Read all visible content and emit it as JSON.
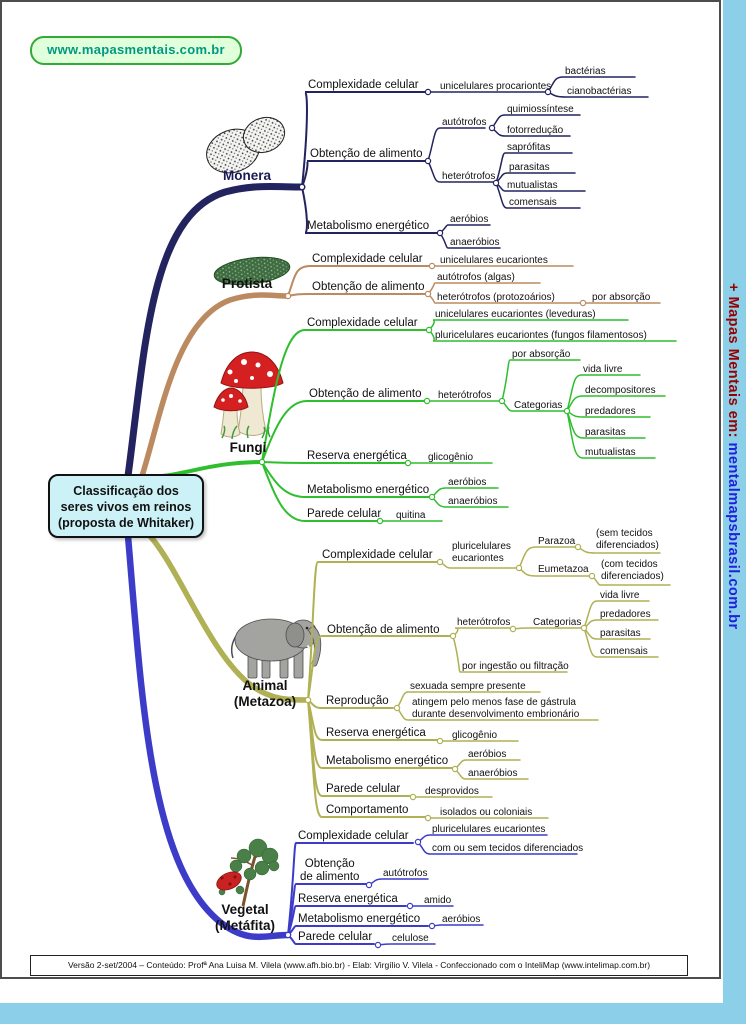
{
  "colors": {
    "monera": "#23235f",
    "protista": "#bc8a60",
    "fungi": "#2ebe2e",
    "animal": "#b0b054",
    "vegetal": "#3c3cc8",
    "banner_bg": "#8bcfe9",
    "banner_text": "#990000",
    "banner_link": "#2020dd",
    "logo_text": "#009980",
    "logo_border": "#33aa33",
    "logo_bg": "#e0ffdb",
    "central_bg": "#ccf2f7",
    "frame": "#4d4d4d"
  },
  "logo": {
    "text": "www.mapasmentais.com.br"
  },
  "banner": {
    "prefix": "+ Mapas Mentais em: ",
    "link": "mentalmapsbrasil.com.br"
  },
  "central_node": {
    "line1": "Classificação dos",
    "line2": "seres vivos em reinos",
    "line3": "(proposta de Whitaker)"
  },
  "footer": {
    "text": "Versão 2-set/2004 – Conteúdo: Profª Ana Luisa M. Vilela (www.afh.bio.br) - Elab: Virgílio V. Vilela - Confeccionado com o InteliMap (www.intelimap.com.br)"
  },
  "monera": {
    "label": "Monera",
    "complexidade_label": "Complexidade celular",
    "unicelulares": "unicelulares procariontes",
    "bacterias": "bactérias",
    "cianobacterias": "cianobactérias",
    "obtencao_label": "Obtenção de alimento",
    "autotrofos": "autótrofos",
    "quimiossintese": "quimiossíntese",
    "fotorreducao": "fotorredução",
    "heterotrofos": "heterótrofos",
    "saprofitas": "saprófitas",
    "parasitas": "parasitas",
    "mutualistas": "mutualistas",
    "comensais": "comensais",
    "metabolismo_label": "Metabolismo energético",
    "aerobios": "aeróbios",
    "anaerobios": "anaeróbios"
  },
  "protista": {
    "label": "Protista",
    "complexidade_label": "Complexidade celular",
    "unicelulares": "unicelulares eucariontes",
    "obtencao_label": "Obtenção de alimento",
    "autotrofos": "autótrofos (algas)",
    "heterotrofos": "heterótrofos (protozoários)",
    "por_absorcao": "por absorção"
  },
  "fungi": {
    "label": "Fungi",
    "complexidade_label": "Complexidade celular",
    "leveduras": "unicelulares eucariontes (leveduras)",
    "filamentosos": "pluricelulares eucariontes (fungos filamentosos)",
    "obtencao_label": "Obtenção de alimento",
    "heterotrofos": "heterótrofos",
    "por_absorcao": "por absorção",
    "categorias": "Categorias",
    "vida_livre": "vida livre",
    "decompositores": "decompositores",
    "predadores": "predadores",
    "parasitas": "parasitas",
    "mutualistas": "mutualistas",
    "reserva_label": "Reserva energética",
    "glicogenio": "glicogênio",
    "metabolismo_label": "Metabolismo energético",
    "aerobios": "aeróbios",
    "anaerobios": "anaeróbios",
    "parede_label": "Parede celular",
    "quitina": "quitina"
  },
  "animal": {
    "label1": "Animal",
    "label2": "(Metazoa)",
    "complexidade_label": "Complexidade celular",
    "pluricelulares1": "pluricelulares",
    "pluricelulares2": "eucariontes",
    "parazoa": "Parazoa",
    "sem_tecidos1": "(sem tecidos",
    "sem_tecidos2": "diferenciados)",
    "eumetazoa": "Eumetazoa",
    "com_tecidos1": "(com tecidos",
    "com_tecidos2": "diferenciados)",
    "obtencao_label": "Obtenção de alimento",
    "heterotrofos": "heterótrofos",
    "categorias": "Categorias",
    "vida_livre": "vida livre",
    "predadores": "predadores",
    "parasitas": "parasitas",
    "comensais": "comensais",
    "por_ingestao": "por ingestão ou filtração",
    "reproducao_label": "Reprodução",
    "sexuada": "sexuada sempre presente",
    "gastrula1": "atingem pelo menos fase de gástrula",
    "gastrula2": "durante desenvolvimento embrionário",
    "reserva_label": "Reserva energética",
    "glicogenio": "glicogênio",
    "metabolismo_label": "Metabolismo energético",
    "aerobios": "aeróbios",
    "anaerobios": "anaeróbios",
    "parede_label": "Parede celular",
    "desprovidos": "desprovidos",
    "comportamento_label": "Comportamento",
    "isolados": "isolados ou coloniais"
  },
  "vegetal": {
    "label1": "Vegetal",
    "label2": "(Metáfita)",
    "complexidade_label": "Complexidade celular",
    "pluricelulares": "pluricelulares eucariontes",
    "com_ou_sem": "com ou sem tecidos diferenciados",
    "obtencao1": "Obtenção",
    "obtencao2": "de alimento",
    "autotrofos": "autótrofos",
    "reserva_label": "Reserva energética",
    "amido": "amido",
    "metabolismo_label": "Metabolismo energético",
    "aerobios": "aeróbios",
    "parede_label": "Parede celular",
    "celulose": "celulose"
  }
}
